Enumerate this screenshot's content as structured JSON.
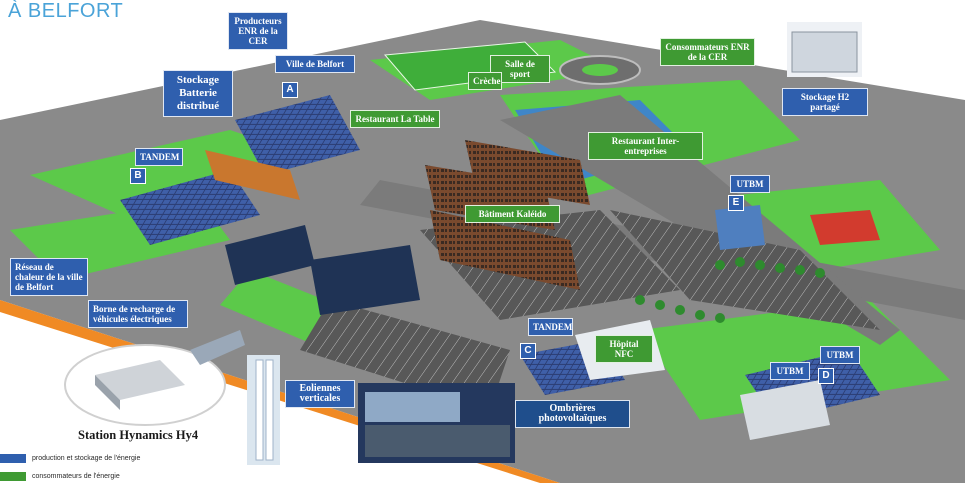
{
  "heading": "À BELFORT",
  "colors": {
    "production": "#2f5fae",
    "consumers": "#3f9a33"
  },
  "labels": {
    "producteurs": "Producteurs ENR de la CER",
    "ville": "Ville de Belfort",
    "stockage_batterie": "Stockage Batterie distribué",
    "tandem_b": "TANDEM",
    "reseau": "Réseau de chaleur de la ville de Belfort",
    "borne": "Borne de recharge de véhicules électriques",
    "salle_sport": "Salle de sport",
    "creche": "Crèche",
    "restaurant_table": "Restaurant La Table",
    "consommateurs": "Consommateurs ENR de la CER",
    "restaurant_inter": "Restaurant Inter-entreprises",
    "stockage_h2": "Stockage H2 partagé",
    "utbm_e": "UTBM",
    "batiment": "Bâtiment Kaléido",
    "tandem_c": "TANDEM",
    "hopital": "Hôpital NFC",
    "utbm_d1": "UTBM",
    "utbm_d2": "UTBM",
    "eoliennes": "Eoliennes verticales",
    "ombrieres": "Ombrières photovoltaïques"
  },
  "letters": {
    "a": "A",
    "b": "B",
    "c": "C",
    "d": "D",
    "e": "E"
  },
  "station": "Station Hynamics Hy4",
  "legend": [
    {
      "text": "production et stockage de l'énergie",
      "color": "#2f5fae"
    },
    {
      "text": "consommateurs de l'énergie",
      "color": "#3f9a33"
    }
  ]
}
